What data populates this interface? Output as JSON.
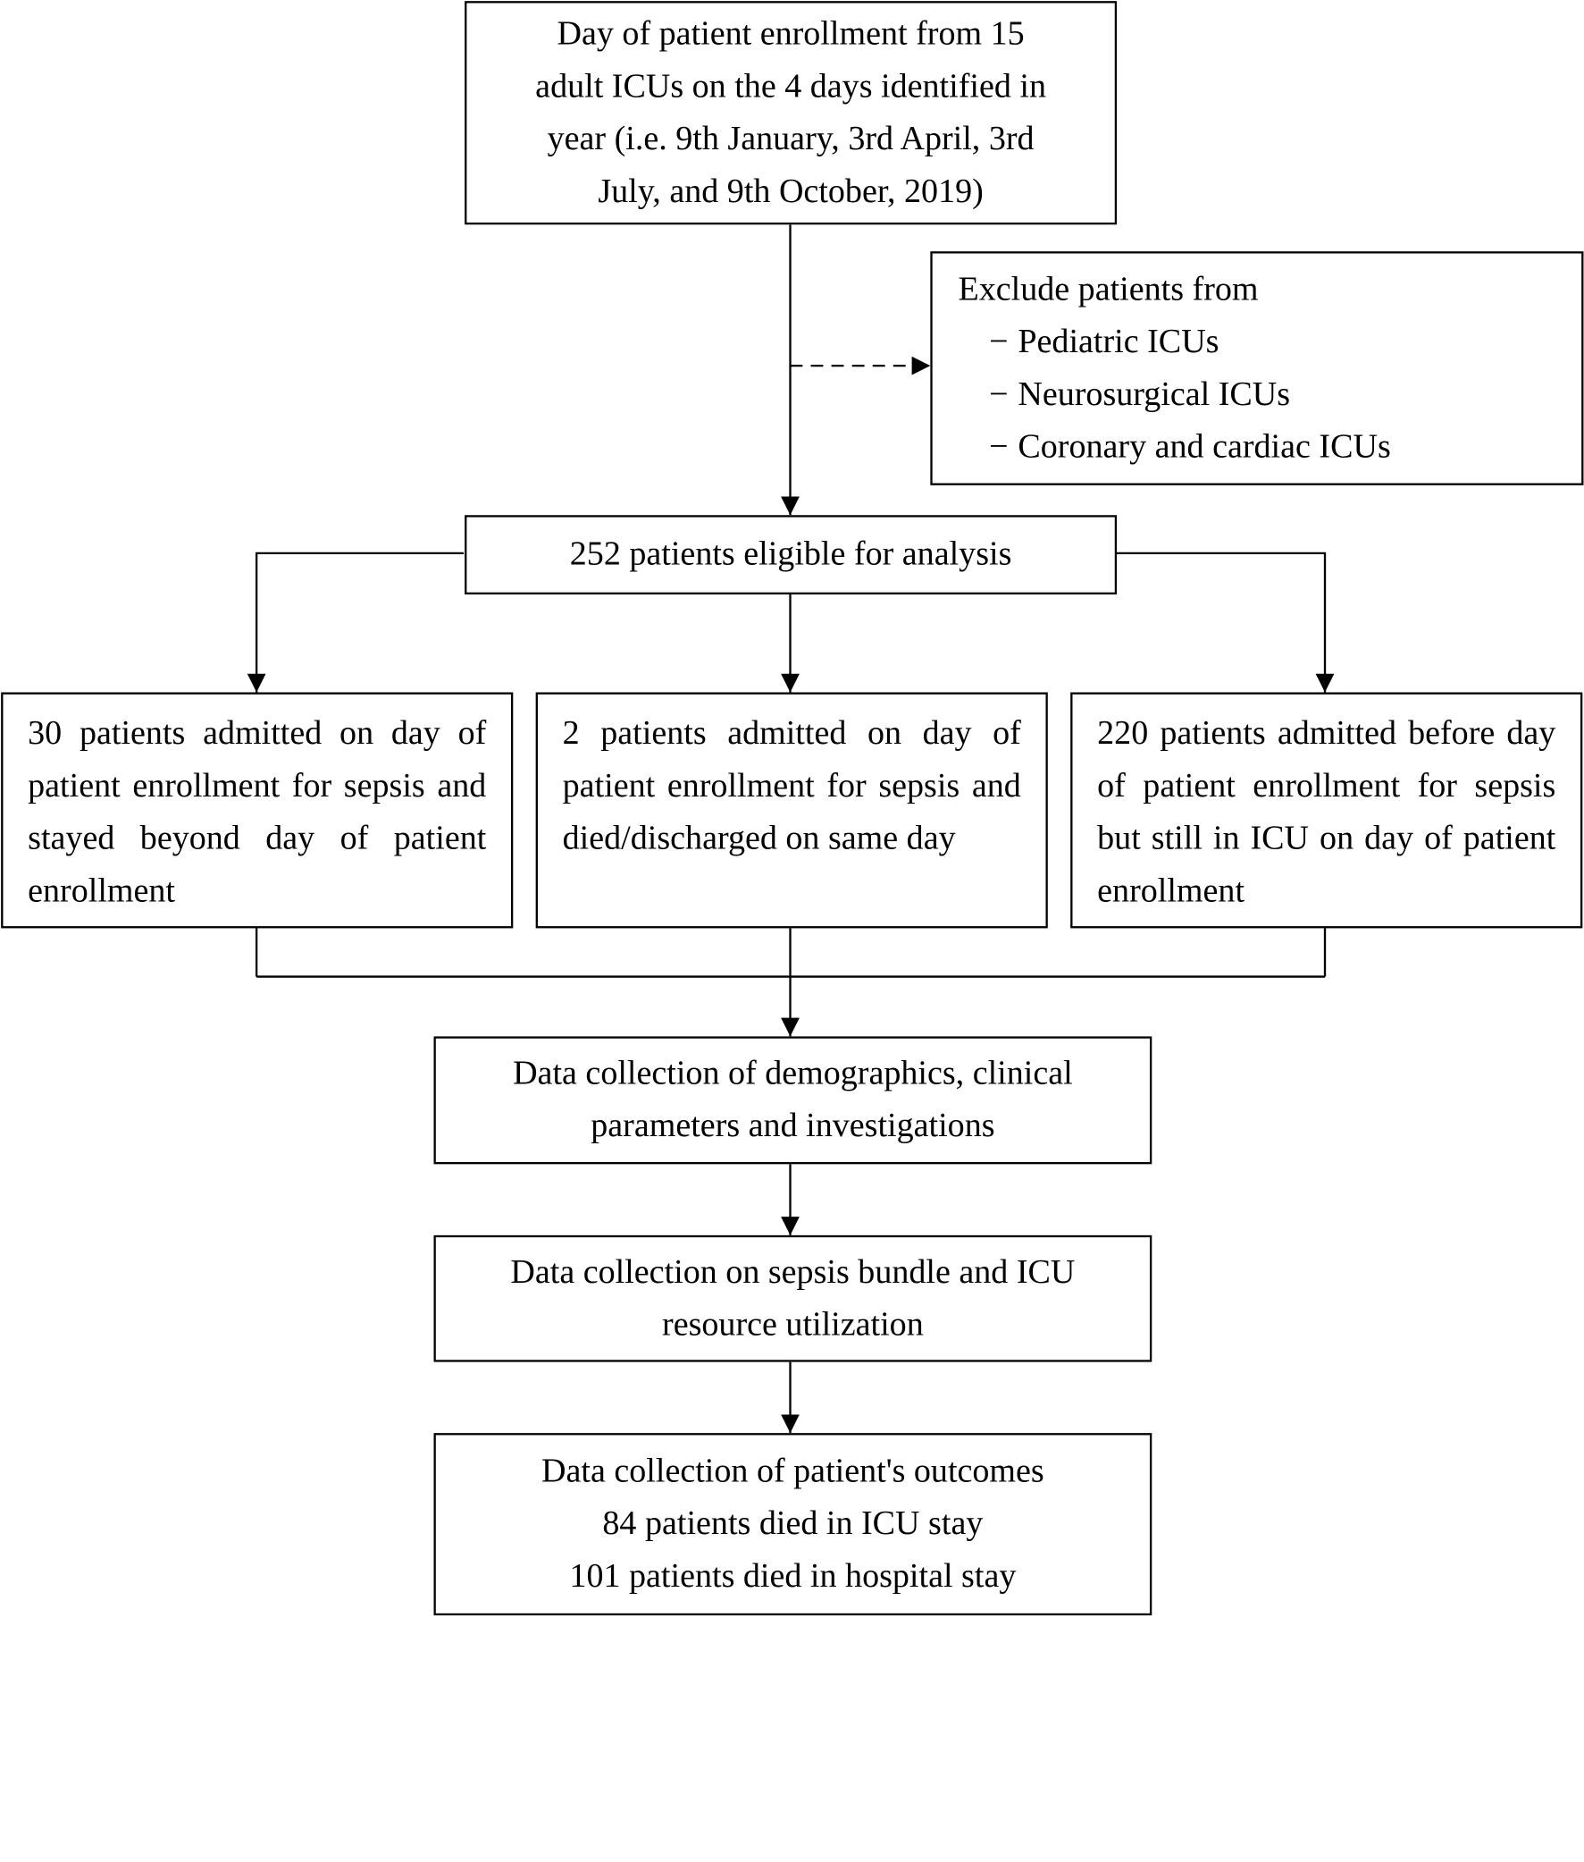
{
  "nodes": {
    "enrollment": {
      "lines": [
        "Day of patient enrollment from 15",
        "adult ICUs on the 4 days identified in",
        "year (i.e. 9th January, 3rd April, 3rd",
        "July, and 9th October, 2019)"
      ]
    },
    "exclude": {
      "heading": "Exclude patients from",
      "bullet": "−",
      "items": [
        "Pediatric ICUs",
        "Neurosurgical ICUs",
        "Coronary and cardiac ICUs"
      ]
    },
    "eligible": {
      "text": "252 patients eligible for analysis"
    },
    "group_a": {
      "text": "30 patients admitted on day of patient enrollment for sepsis and stayed beyond day of patient enrollment"
    },
    "group_b": {
      "text": "2 patients admitted on day of patient enrollment for sepsis and died/discharged on same day"
    },
    "group_c": {
      "text": "220 patients admitted before day of patient enrollment for sepsis but still in ICU on day of patient enrollment"
    },
    "demographics": {
      "lines": [
        "Data collection of demographics, clinical",
        "parameters and investigations"
      ]
    },
    "bundle": {
      "lines": [
        "Data collection on sepsis bundle and ICU",
        "resource utilization"
      ]
    },
    "outcomes": {
      "lines": [
        "Data collection of patient's outcomes",
        "84 patients died in ICU stay",
        "101 patients died in hospital stay"
      ]
    }
  },
  "edges": [
    {
      "from": "enrollment",
      "to": "eligible",
      "style": "solid"
    },
    {
      "from": "enrollment",
      "to": "exclude",
      "style": "dashed"
    },
    {
      "from": "eligible",
      "to": "group_a",
      "style": "solid"
    },
    {
      "from": "eligible",
      "to": "group_b",
      "style": "solid"
    },
    {
      "from": "eligible",
      "to": "group_c",
      "style": "solid"
    },
    {
      "from": "group_a",
      "to": "demographics",
      "style": "solid"
    },
    {
      "from": "group_b",
      "to": "demographics",
      "style": "solid"
    },
    {
      "from": "group_c",
      "to": "demographics",
      "style": "solid"
    },
    {
      "from": "demographics",
      "to": "bundle",
      "style": "solid"
    },
    {
      "from": "bundle",
      "to": "outcomes",
      "style": "solid"
    }
  ]
}
